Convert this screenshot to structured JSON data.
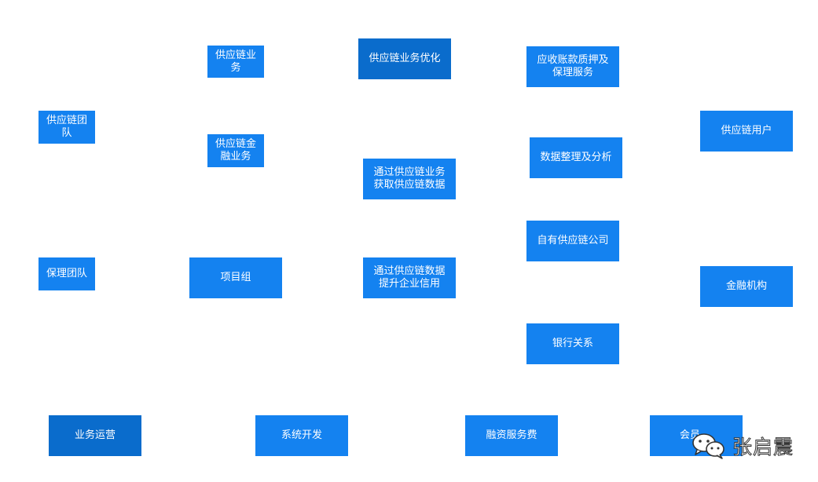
{
  "nodes": {
    "supply_chain_business": "供应链业\n务",
    "supply_chain_optimization": "供应链业务优化",
    "receivables_pledge": "应收账款质押及\n保理服务",
    "supply_chain_team": "供应链团\n队",
    "supply_chain_finance": "供应链金\n融业务",
    "data_analysis": "数据整理及分析",
    "supply_chain_users": "供应链用户",
    "obtain_data": "通过供应链业务\n获取供应链数据",
    "own_company": "自有供应链公司",
    "factoring_team": "保理团队",
    "project_group": "项目组",
    "improve_credit": "通过供应链数据\n提升企业信用",
    "financial_institutions": "金融机构",
    "bank_relations": "银行关系",
    "business_operations": "业务运营",
    "system_development": "系统开发",
    "financing_service_fee": "融资服务费",
    "membership_partial": "会员"
  },
  "watermark": {
    "icon": "wechat-icon",
    "text": "张启震"
  }
}
